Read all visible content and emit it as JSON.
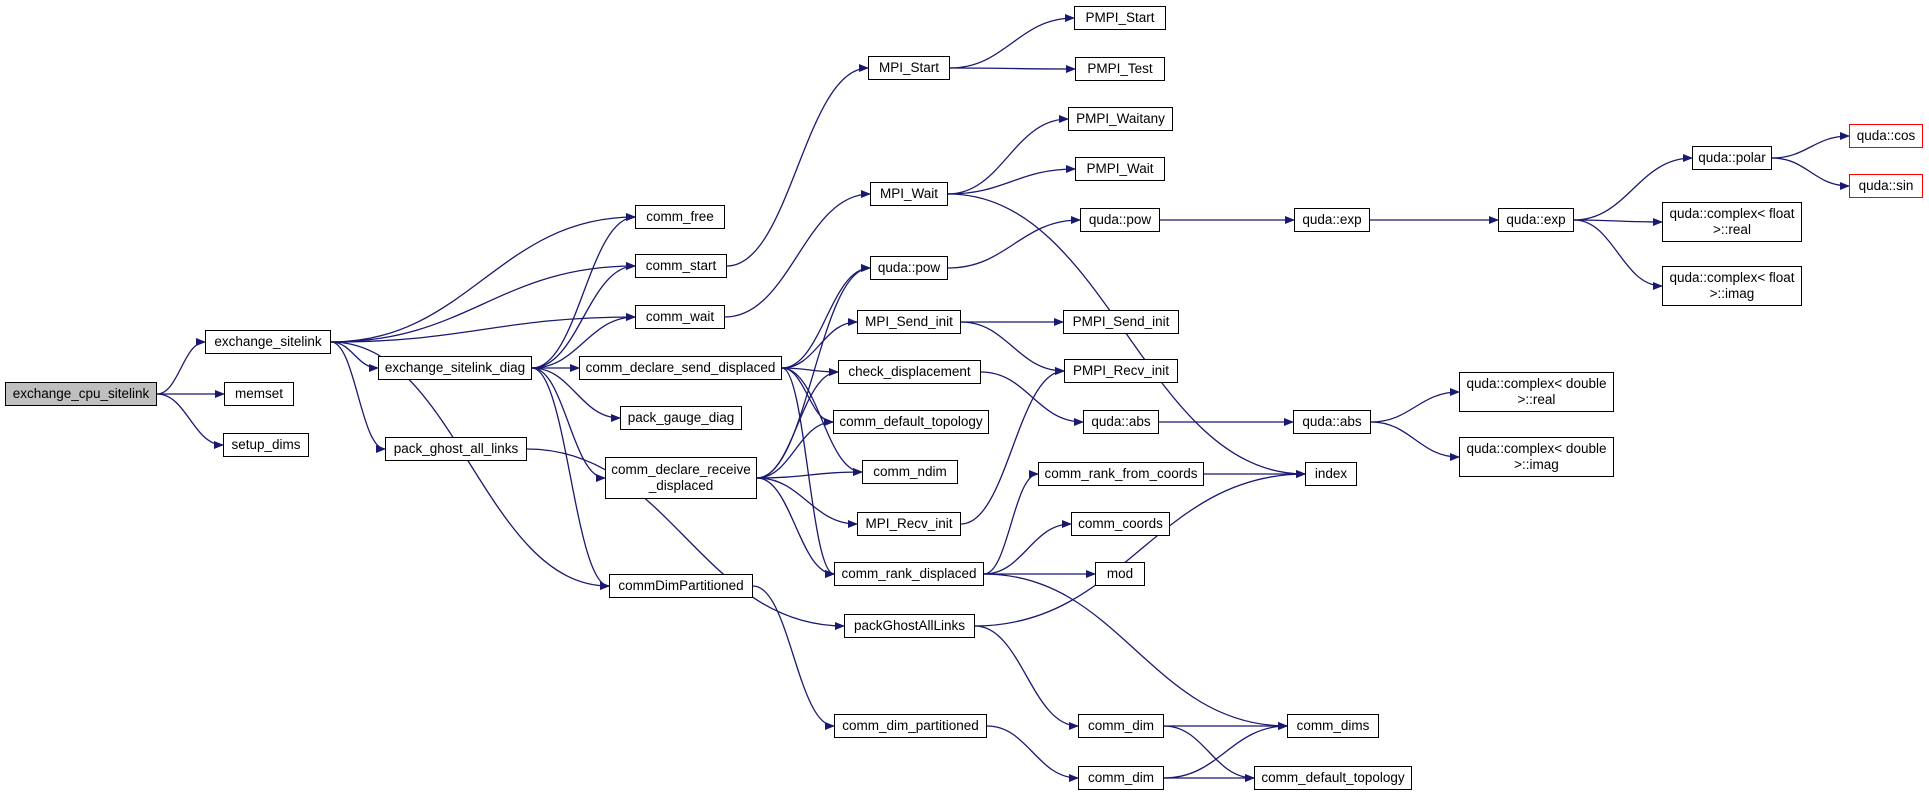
{
  "colors": {
    "edge": "#191970",
    "node_border": "#000000",
    "root_fill": "#bfbfbf",
    "truncated_border": "#ff0000"
  },
  "nodes": [
    {
      "id": "exchange_cpu_sitelink",
      "label": "exchange_cpu_sitelink",
      "root": true
    },
    {
      "id": "exchange_sitelink",
      "label": "exchange_sitelink"
    },
    {
      "id": "memset",
      "label": "memset"
    },
    {
      "id": "setup_dims",
      "label": "setup_dims"
    },
    {
      "id": "comm_free",
      "label": "comm_free"
    },
    {
      "id": "comm_start",
      "label": "comm_start"
    },
    {
      "id": "comm_wait",
      "label": "comm_wait"
    },
    {
      "id": "exchange_sitelink_diag",
      "label": "exchange_sitelink_diag"
    },
    {
      "id": "pack_ghost_all_links",
      "label": "pack_ghost_all_links"
    },
    {
      "id": "commDimPartitioned",
      "label": "commDimPartitioned"
    },
    {
      "id": "comm_declare_send_displaced",
      "label": "comm_declare_send_displaced"
    },
    {
      "id": "pack_gauge_diag",
      "label": "pack_gauge_diag"
    },
    {
      "id": "comm_declare_receive_displaced",
      "label": "comm_declare_receive\n_displaced"
    },
    {
      "id": "MPI_Start",
      "label": "MPI_Start"
    },
    {
      "id": "MPI_Wait",
      "label": "MPI_Wait"
    },
    {
      "id": "quda_pow_1",
      "label": "quda::pow"
    },
    {
      "id": "MPI_Send_init",
      "label": "MPI_Send_init"
    },
    {
      "id": "check_displacement",
      "label": "check_displacement"
    },
    {
      "id": "comm_default_topology_1",
      "label": "comm_default_topology"
    },
    {
      "id": "comm_ndim",
      "label": "comm_ndim"
    },
    {
      "id": "MPI_Recv_init",
      "label": "MPI_Recv_init"
    },
    {
      "id": "comm_rank_displaced",
      "label": "comm_rank_displaced"
    },
    {
      "id": "packGhostAllLinks",
      "label": "packGhostAllLinks"
    },
    {
      "id": "comm_dim_partitioned",
      "label": "comm_dim_partitioned"
    },
    {
      "id": "PMPI_Start",
      "label": "PMPI_Start"
    },
    {
      "id": "PMPI_Test",
      "label": "PMPI_Test"
    },
    {
      "id": "PMPI_Waitany",
      "label": "PMPI_Waitany"
    },
    {
      "id": "PMPI_Wait",
      "label": "PMPI_Wait"
    },
    {
      "id": "quda_pow_2",
      "label": "quda::pow"
    },
    {
      "id": "PMPI_Send_init",
      "label": "PMPI_Send_init"
    },
    {
      "id": "PMPI_Recv_init",
      "label": "PMPI_Recv_init"
    },
    {
      "id": "quda_abs_1",
      "label": "quda::abs"
    },
    {
      "id": "comm_rank_from_coords",
      "label": "comm_rank_from_coords"
    },
    {
      "id": "comm_coords",
      "label": "comm_coords"
    },
    {
      "id": "mod",
      "label": "mod"
    },
    {
      "id": "comm_dim_1",
      "label": "comm_dim"
    },
    {
      "id": "comm_dim_2",
      "label": "comm_dim"
    },
    {
      "id": "quda_exp_1",
      "label": "quda::exp"
    },
    {
      "id": "quda_abs_2",
      "label": "quda::abs"
    },
    {
      "id": "index",
      "label": "index"
    },
    {
      "id": "comm_dims",
      "label": "comm_dims"
    },
    {
      "id": "comm_default_topology_2",
      "label": "comm_default_topology"
    },
    {
      "id": "quda_exp_2",
      "label": "quda::exp"
    },
    {
      "id": "quda_complex_double_real",
      "label": "quda::complex< double\n>::real"
    },
    {
      "id": "quda_complex_double_imag",
      "label": "quda::complex< double\n>::imag"
    },
    {
      "id": "quda_polar",
      "label": "quda::polar"
    },
    {
      "id": "quda_complex_float_real",
      "label": "quda::complex< float\n>::real"
    },
    {
      "id": "quda_complex_float_imag",
      "label": "quda::complex< float\n>::imag"
    },
    {
      "id": "quda_cos",
      "label": "quda::cos",
      "truncated": true
    },
    {
      "id": "quda_sin",
      "label": "quda::sin",
      "truncated": true
    }
  ],
  "edges": [
    [
      "exchange_cpu_sitelink",
      "exchange_sitelink"
    ],
    [
      "exchange_cpu_sitelink",
      "memset"
    ],
    [
      "exchange_cpu_sitelink",
      "setup_dims"
    ],
    [
      "exchange_sitelink",
      "comm_free"
    ],
    [
      "exchange_sitelink",
      "comm_start"
    ],
    [
      "exchange_sitelink",
      "comm_wait"
    ],
    [
      "exchange_sitelink",
      "exchange_sitelink_diag"
    ],
    [
      "exchange_sitelink",
      "pack_ghost_all_links"
    ],
    [
      "exchange_sitelink",
      "commDimPartitioned"
    ],
    [
      "exchange_sitelink_diag",
      "comm_free"
    ],
    [
      "exchange_sitelink_diag",
      "comm_start"
    ],
    [
      "exchange_sitelink_diag",
      "comm_wait"
    ],
    [
      "exchange_sitelink_diag",
      "comm_declare_send_displaced"
    ],
    [
      "exchange_sitelink_diag",
      "pack_gauge_diag"
    ],
    [
      "exchange_sitelink_diag",
      "comm_declare_receive_displaced"
    ],
    [
      "exchange_sitelink_diag",
      "commDimPartitioned"
    ],
    [
      "comm_start",
      "MPI_Start"
    ],
    [
      "comm_wait",
      "MPI_Wait"
    ],
    [
      "pack_ghost_all_links",
      "packGhostAllLinks"
    ],
    [
      "commDimPartitioned",
      "comm_dim_partitioned"
    ],
    [
      "comm_declare_send_displaced",
      "quda_pow_1"
    ],
    [
      "comm_declare_send_displaced",
      "MPI_Send_init"
    ],
    [
      "comm_declare_send_displaced",
      "check_displacement"
    ],
    [
      "comm_declare_send_displaced",
      "comm_default_topology_1"
    ],
    [
      "comm_declare_send_displaced",
      "comm_ndim"
    ],
    [
      "comm_declare_send_displaced",
      "comm_rank_displaced"
    ],
    [
      "comm_declare_receive_displaced",
      "quda_pow_1"
    ],
    [
      "comm_declare_receive_displaced",
      "check_displacement"
    ],
    [
      "comm_declare_receive_displaced",
      "comm_default_topology_1"
    ],
    [
      "comm_declare_receive_displaced",
      "comm_ndim"
    ],
    [
      "comm_declare_receive_displaced",
      "MPI_Recv_init"
    ],
    [
      "comm_declare_receive_displaced",
      "comm_rank_displaced"
    ],
    [
      "MPI_Start",
      "PMPI_Start"
    ],
    [
      "MPI_Start",
      "PMPI_Test"
    ],
    [
      "MPI_Wait",
      "PMPI_Waitany"
    ],
    [
      "MPI_Wait",
      "PMPI_Wait"
    ],
    [
      "MPI_Wait",
      "index"
    ],
    [
      "quda_pow_1",
      "quda_pow_2"
    ],
    [
      "MPI_Send_init",
      "PMPI_Send_init"
    ],
    [
      "MPI_Send_init",
      "PMPI_Recv_init"
    ],
    [
      "check_displacement",
      "quda_abs_1"
    ],
    [
      "MPI_Recv_init",
      "PMPI_Recv_init"
    ],
    [
      "comm_rank_displaced",
      "comm_rank_from_coords"
    ],
    [
      "comm_rank_displaced",
      "comm_coords"
    ],
    [
      "comm_rank_displaced",
      "mod"
    ],
    [
      "comm_rank_displaced",
      "comm_dims"
    ],
    [
      "packGhostAllLinks",
      "comm_dim_1"
    ],
    [
      "packGhostAllLinks",
      "index"
    ],
    [
      "comm_dim_partitioned",
      "comm_dim_2"
    ],
    [
      "quda_pow_2",
      "quda_exp_1"
    ],
    [
      "quda_abs_1",
      "quda_abs_2"
    ],
    [
      "comm_rank_from_coords",
      "index"
    ],
    [
      "comm_dim_1",
      "comm_dims"
    ],
    [
      "comm_dim_1",
      "comm_default_topology_2"
    ],
    [
      "comm_dim_2",
      "comm_dims"
    ],
    [
      "comm_dim_2",
      "comm_default_topology_2"
    ],
    [
      "quda_exp_1",
      "quda_exp_2"
    ],
    [
      "quda_abs_2",
      "quda_complex_double_real"
    ],
    [
      "quda_abs_2",
      "quda_complex_double_imag"
    ],
    [
      "quda_exp_2",
      "quda_polar"
    ],
    [
      "quda_exp_2",
      "quda_complex_float_real"
    ],
    [
      "quda_exp_2",
      "quda_complex_float_imag"
    ],
    [
      "quda_polar",
      "quda_cos"
    ],
    [
      "quda_polar",
      "quda_sin"
    ]
  ]
}
